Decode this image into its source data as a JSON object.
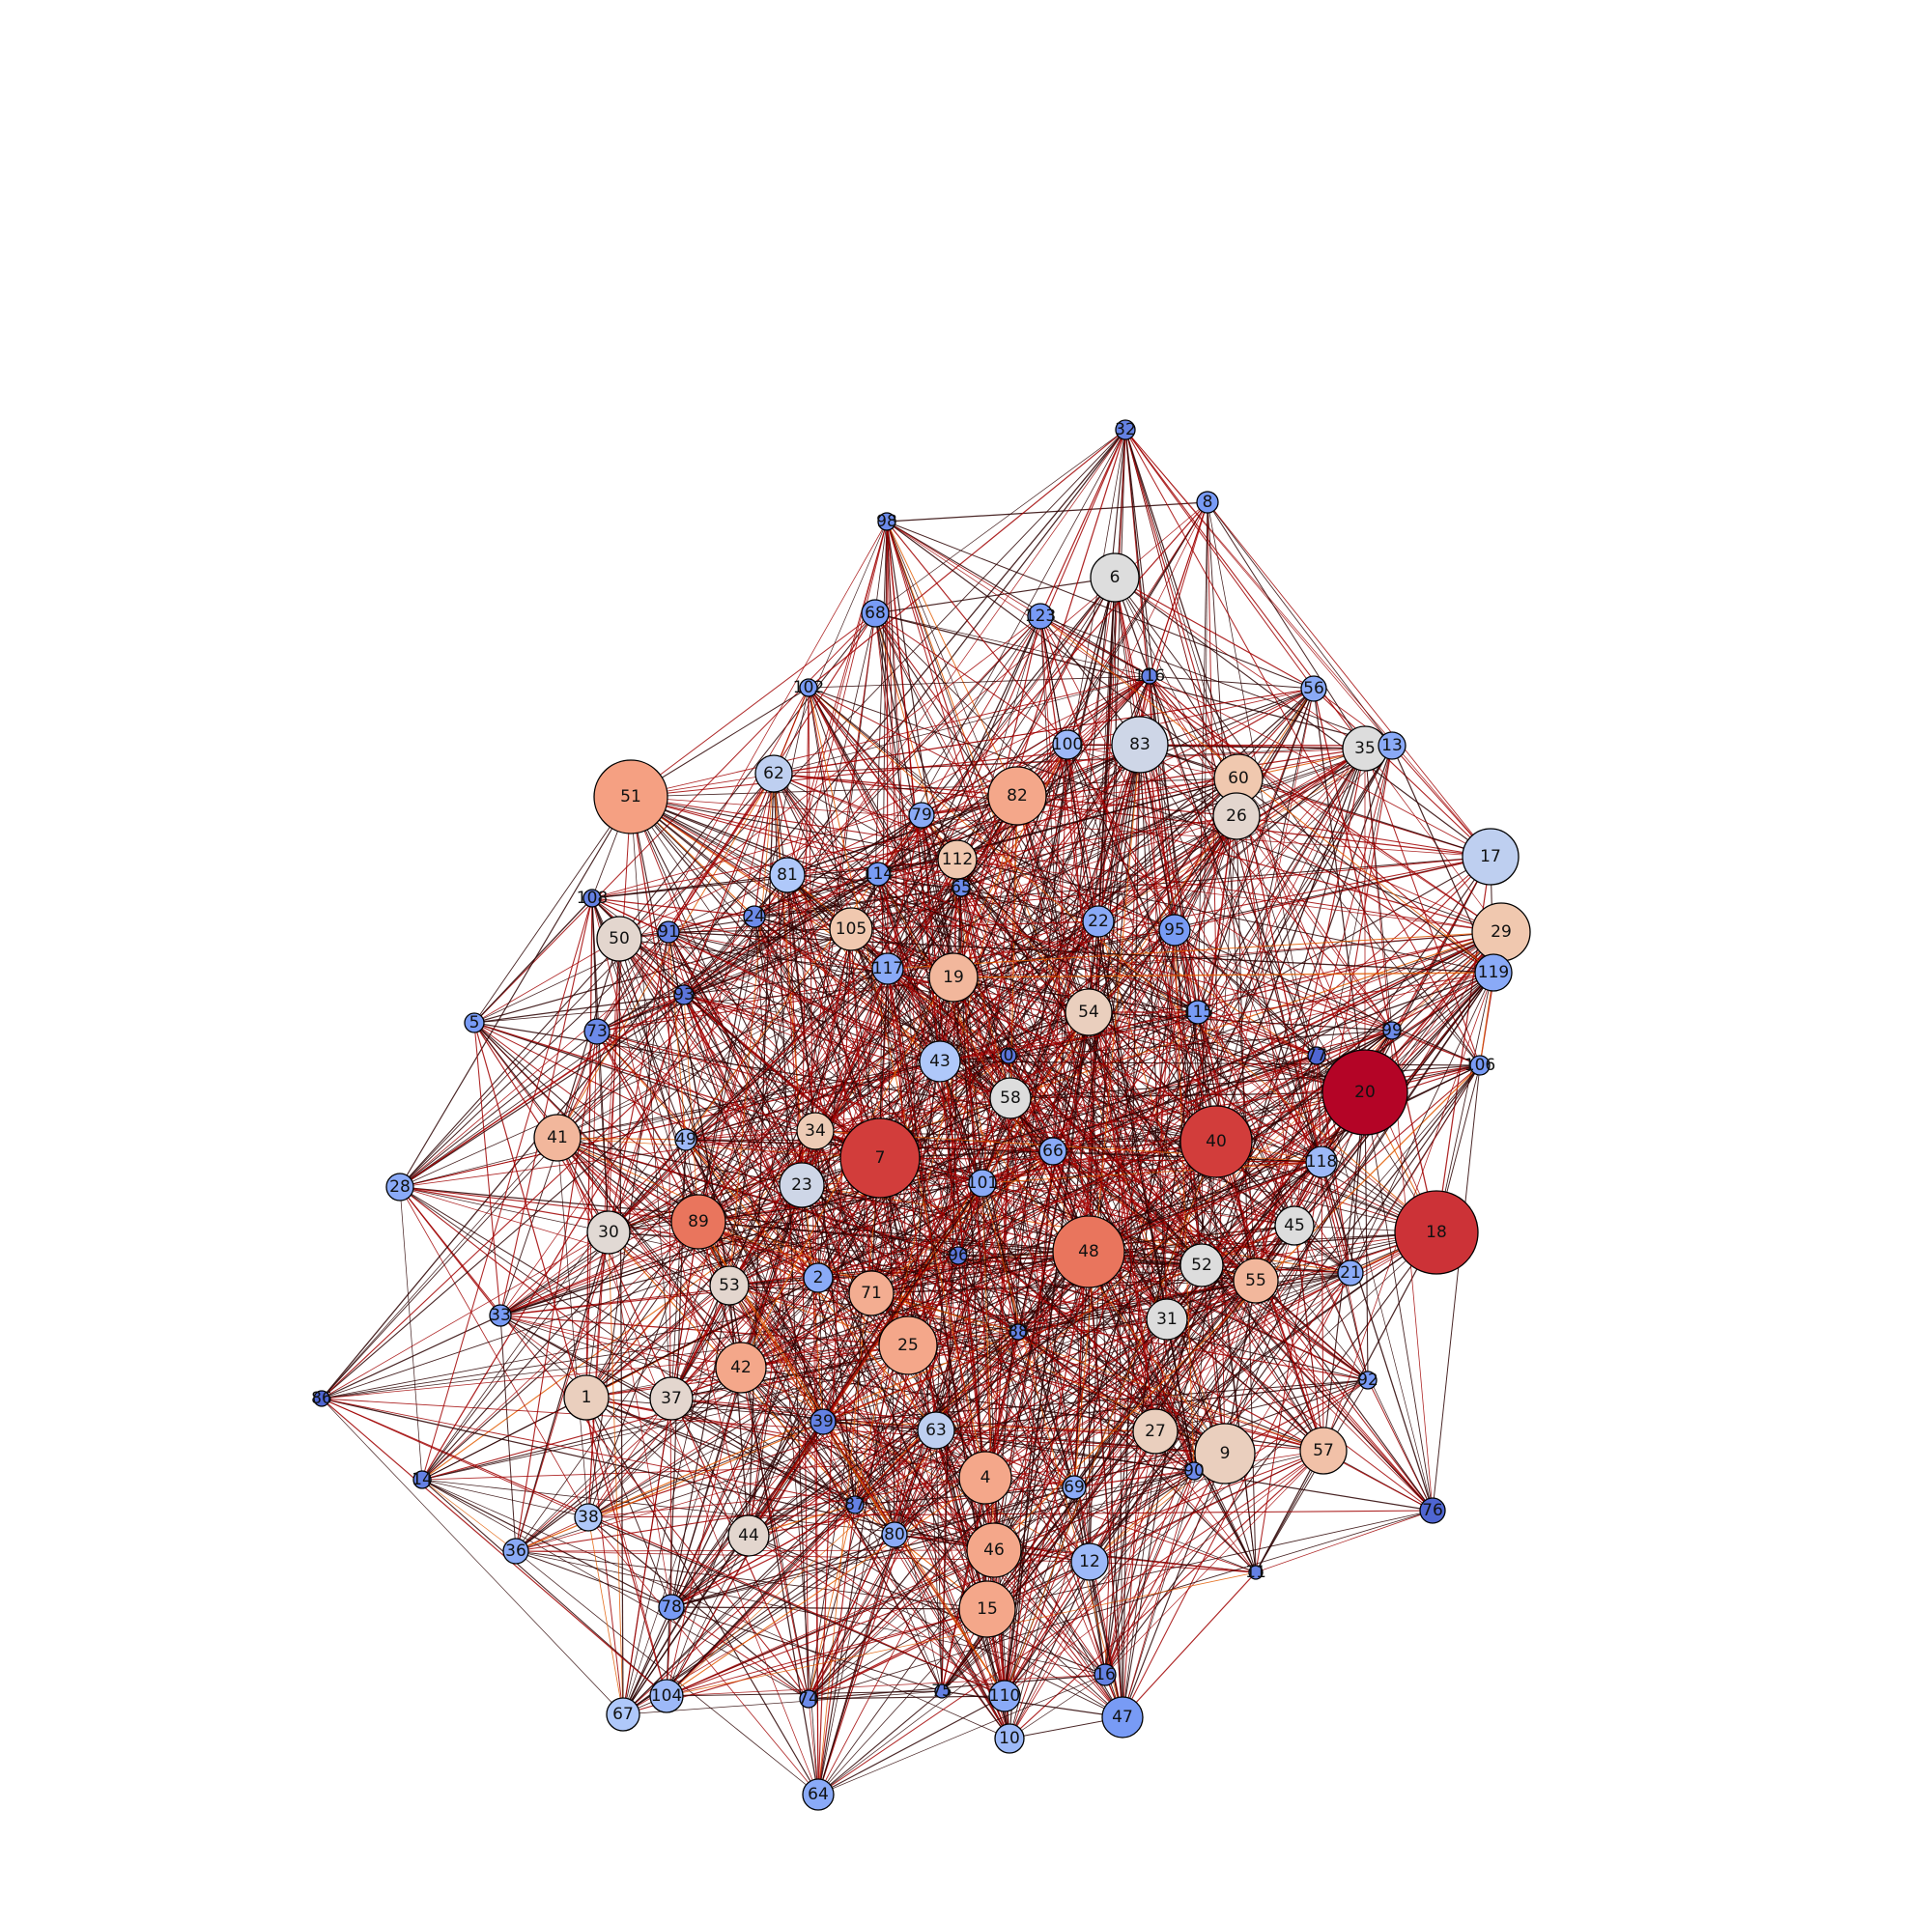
{
  "graph": {
    "nodes": [
      {
        "id": "0",
        "label": "0",
        "heat": 0.08
      },
      {
        "id": "1",
        "label": "1",
        "heat": 0.55
      },
      {
        "id": "2",
        "label": "2",
        "heat": 0.2
      },
      {
        "id": "4",
        "label": "4",
        "heat": 0.7
      },
      {
        "id": "5",
        "label": "5",
        "heat": 0.15
      },
      {
        "id": "6",
        "label": "6",
        "heat": 0.45
      },
      {
        "id": "7",
        "label": "7",
        "heat": 0.9
      },
      {
        "id": "8",
        "label": "8",
        "heat": 0.15
      },
      {
        "id": "9",
        "label": "9",
        "heat": 0.55
      },
      {
        "id": "10",
        "label": "10",
        "heat": 0.25
      },
      {
        "id": "11",
        "label": "11",
        "heat": 0.1
      },
      {
        "id": "12",
        "label": "12",
        "heat": 0.25
      },
      {
        "id": "13",
        "label": "13",
        "heat": 0.2
      },
      {
        "id": "14",
        "label": "14",
        "heat": 0.1
      },
      {
        "id": "15",
        "label": "15",
        "heat": 0.7
      },
      {
        "id": "16",
        "label": "16",
        "heat": 0.1
      },
      {
        "id": "17",
        "label": "17",
        "heat": 0.35
      },
      {
        "id": "18",
        "label": "18",
        "heat": 0.92
      },
      {
        "id": "19",
        "label": "19",
        "heat": 0.65
      },
      {
        "id": "20",
        "label": "20",
        "heat": 1.0
      },
      {
        "id": "21",
        "label": "21",
        "heat": 0.2
      },
      {
        "id": "22",
        "label": "22",
        "heat": 0.2
      },
      {
        "id": "23",
        "label": "23",
        "heat": 0.4
      },
      {
        "id": "24",
        "label": "24",
        "heat": 0.12
      },
      {
        "id": "25",
        "label": "25",
        "heat": 0.7
      },
      {
        "id": "26",
        "label": "26",
        "heat": 0.5
      },
      {
        "id": "27",
        "label": "27",
        "heat": 0.55
      },
      {
        "id": "28",
        "label": "28",
        "heat": 0.2
      },
      {
        "id": "29",
        "label": "29",
        "heat": 0.6
      },
      {
        "id": "30",
        "label": "30",
        "heat": 0.48
      },
      {
        "id": "31",
        "label": "31",
        "heat": 0.45
      },
      {
        "id": "32",
        "label": "32",
        "heat": 0.1
      },
      {
        "id": "33",
        "label": "33",
        "heat": 0.15
      },
      {
        "id": "34",
        "label": "34",
        "heat": 0.58
      },
      {
        "id": "35",
        "label": "35",
        "heat": 0.45
      },
      {
        "id": "36",
        "label": "36",
        "heat": 0.2
      },
      {
        "id": "37",
        "label": "37",
        "heat": 0.5
      },
      {
        "id": "38",
        "label": "38",
        "heat": 0.3
      },
      {
        "id": "39",
        "label": "39",
        "heat": 0.1
      },
      {
        "id": "40",
        "label": "40",
        "heat": 0.9
      },
      {
        "id": "41",
        "label": "41",
        "heat": 0.65
      },
      {
        "id": "42",
        "label": "42",
        "heat": 0.7
      },
      {
        "id": "43",
        "label": "43",
        "heat": 0.3
      },
      {
        "id": "44",
        "label": "44",
        "heat": 0.5
      },
      {
        "id": "45",
        "label": "45",
        "heat": 0.45
      },
      {
        "id": "46",
        "label": "46",
        "heat": 0.7
      },
      {
        "id": "47",
        "label": "47",
        "heat": 0.15
      },
      {
        "id": "48",
        "label": "48",
        "heat": 0.8
      },
      {
        "id": "49",
        "label": "49",
        "heat": 0.25
      },
      {
        "id": "50",
        "label": "50",
        "heat": 0.5
      },
      {
        "id": "51",
        "label": "51",
        "heat": 0.72
      },
      {
        "id": "52",
        "label": "52",
        "heat": 0.45
      },
      {
        "id": "53",
        "label": "53",
        "heat": 0.5
      },
      {
        "id": "54",
        "label": "54",
        "heat": 0.55
      },
      {
        "id": "55",
        "label": "55",
        "heat": 0.65
      },
      {
        "id": "56",
        "label": "56",
        "heat": 0.2
      },
      {
        "id": "57",
        "label": "57",
        "heat": 0.62
      },
      {
        "id": "58",
        "label": "58",
        "heat": 0.45
      },
      {
        "id": "60",
        "label": "60",
        "heat": 0.6
      },
      {
        "id": "62",
        "label": "62",
        "heat": 0.35
      },
      {
        "id": "63",
        "label": "63",
        "heat": 0.35
      },
      {
        "id": "64",
        "label": "64",
        "heat": 0.2
      },
      {
        "id": "65",
        "label": "65",
        "heat": 0.12
      },
      {
        "id": "66",
        "label": "66",
        "heat": 0.2
      },
      {
        "id": "67",
        "label": "67",
        "heat": 0.3
      },
      {
        "id": "68",
        "label": "68",
        "heat": 0.15
      },
      {
        "id": "69",
        "label": "69",
        "heat": 0.2
      },
      {
        "id": "71",
        "label": "71",
        "heat": 0.68
      },
      {
        "id": "73",
        "label": "73",
        "heat": 0.12
      },
      {
        "id": "74",
        "label": "74",
        "heat": 0.12
      },
      {
        "id": "75",
        "label": "75",
        "heat": 0.1
      },
      {
        "id": "76",
        "label": "76",
        "heat": 0.05
      },
      {
        "id": "77",
        "label": "77",
        "heat": 0.05
      },
      {
        "id": "78",
        "label": "78",
        "heat": 0.15
      },
      {
        "id": "79",
        "label": "79",
        "heat": 0.2
      },
      {
        "id": "80",
        "label": "80",
        "heat": 0.2
      },
      {
        "id": "81",
        "label": "81",
        "heat": 0.3
      },
      {
        "id": "82",
        "label": "82",
        "heat": 0.7
      },
      {
        "id": "83",
        "label": "83",
        "heat": 0.4
      },
      {
        "id": "86",
        "label": "86",
        "heat": 0.05
      },
      {
        "id": "87",
        "label": "87",
        "heat": 0.1
      },
      {
        "id": "88",
        "label": "88",
        "heat": 0.1
      },
      {
        "id": "89",
        "label": "89",
        "heat": 0.8
      },
      {
        "id": "90",
        "label": "90",
        "heat": 0.12
      },
      {
        "id": "91",
        "label": "91",
        "heat": 0.1
      },
      {
        "id": "92",
        "label": "92",
        "heat": 0.15
      },
      {
        "id": "93",
        "label": "93",
        "heat": 0.08
      },
      {
        "id": "95",
        "label": "95",
        "heat": 0.15
      },
      {
        "id": "96",
        "label": "96",
        "heat": 0.08
      },
      {
        "id": "98",
        "label": "98",
        "heat": 0.12
      },
      {
        "id": "99",
        "label": "99",
        "heat": 0.12
      },
      {
        "id": "100",
        "label": "100",
        "heat": 0.25
      },
      {
        "id": "101",
        "label": "101",
        "heat": 0.2
      },
      {
        "id": "102",
        "label": "102",
        "heat": 0.15
      },
      {
        "id": "104",
        "label": "104",
        "heat": 0.25
      },
      {
        "id": "105",
        "label": "105",
        "heat": 0.6
      },
      {
        "id": "106",
        "label": "106",
        "heat": 0.15
      },
      {
        "id": "108",
        "label": "108",
        "heat": 0.1
      },
      {
        "id": "110",
        "label": "110",
        "heat": 0.2
      },
      {
        "id": "112",
        "label": "112",
        "heat": 0.6
      },
      {
        "id": "114",
        "label": "114",
        "heat": 0.15
      },
      {
        "id": "115",
        "label": "115",
        "heat": 0.15
      },
      {
        "id": "116",
        "label": "116",
        "heat": 0.1
      },
      {
        "id": "117",
        "label": "117",
        "heat": 0.2
      },
      {
        "id": "118",
        "label": "118",
        "heat": 0.25
      },
      {
        "id": "119",
        "label": "119",
        "heat": 0.2
      },
      {
        "id": "123",
        "label": "123",
        "heat": 0.15
      }
    ],
    "visible_labels_partial": [
      "0",
      "1",
      "2",
      "4",
      "5",
      "6",
      "7",
      "8",
      "9",
      "10",
      "11",
      "12",
      "13",
      "14",
      "15",
      "16",
      "17",
      "18",
      "19",
      "20",
      "21",
      "22",
      "23",
      "24",
      "25",
      "26",
      "27",
      "28",
      "29",
      "30",
      "31",
      "32",
      "33",
      "34",
      "35",
      "36",
      "37",
      "38",
      "39",
      "40",
      "41",
      "42",
      "43",
      "44",
      "45",
      "46",
      "47",
      "48",
      "49",
      "50",
      "51",
      "52",
      "53",
      "54",
      "55",
      "56",
      "57",
      "58",
      "60",
      "62",
      "63",
      "64",
      "65",
      "66",
      "67",
      "68",
      "69",
      "71",
      "73",
      "74",
      "75",
      "76",
      "77",
      "78",
      "79",
      "80",
      "81",
      "82",
      "83",
      "86",
      "87",
      "88",
      "89",
      "90",
      "91",
      "92",
      "93",
      "95",
      "96",
      "98",
      "99",
      "100",
      "101",
      "102",
      "104",
      "105",
      "106",
      "108",
      "110",
      "112",
      "114",
      "115",
      "116",
      "117",
      "118",
      "119",
      "123"
    ],
    "colors": {
      "cold": "#3b4cc0",
      "neutral": "#dddddd",
      "hot": "#b40426",
      "edge_dark": "#2a0000",
      "edge_red": "#a00000",
      "edge_orange": "#e05a00",
      "node_stroke": "#000000"
    }
  }
}
